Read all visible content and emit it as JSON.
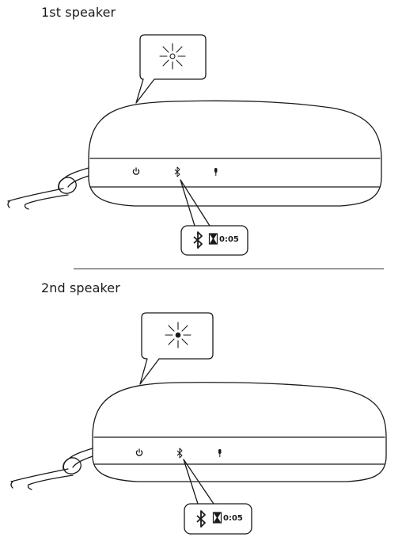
{
  "section1": {
    "title": "1st speaker",
    "timer_text": "0:05"
  },
  "section2": {
    "title": "2nd speaker",
    "timer_text": "0:05"
  },
  "icons": [
    "led-light-icon",
    "power-icon",
    "bluetooth-icon",
    "microphone-icon",
    "hourglass-icon"
  ],
  "colors": {
    "line": "#1a1a1a",
    "background": "#ffffff"
  }
}
